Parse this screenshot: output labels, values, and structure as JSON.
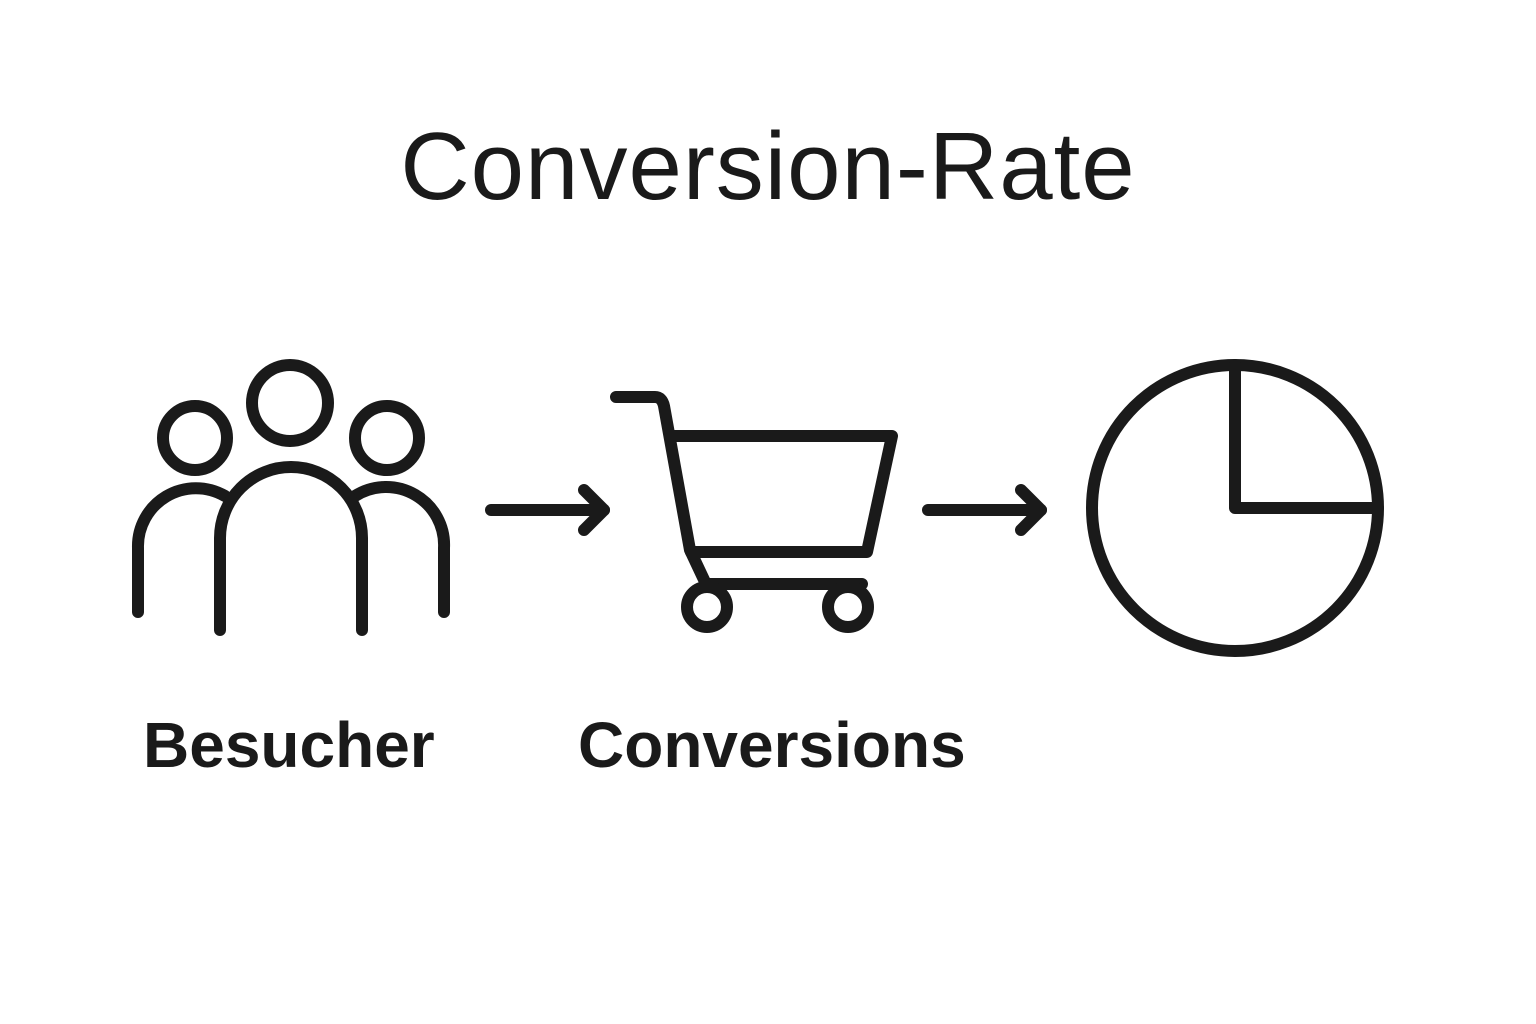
{
  "diagram": {
    "title": "Conversion-Rate",
    "steps": [
      {
        "label": "Besucher",
        "icon": "people-group-icon"
      },
      {
        "label": "Conversions",
        "icon": "shopping-cart-icon"
      },
      {
        "label": "",
        "icon": "pie-chart-icon"
      }
    ],
    "connectors": [
      "arrow-right-icon",
      "arrow-right-icon"
    ],
    "colors": {
      "stroke": "#1a1a1a",
      "background": "#ffffff"
    }
  }
}
